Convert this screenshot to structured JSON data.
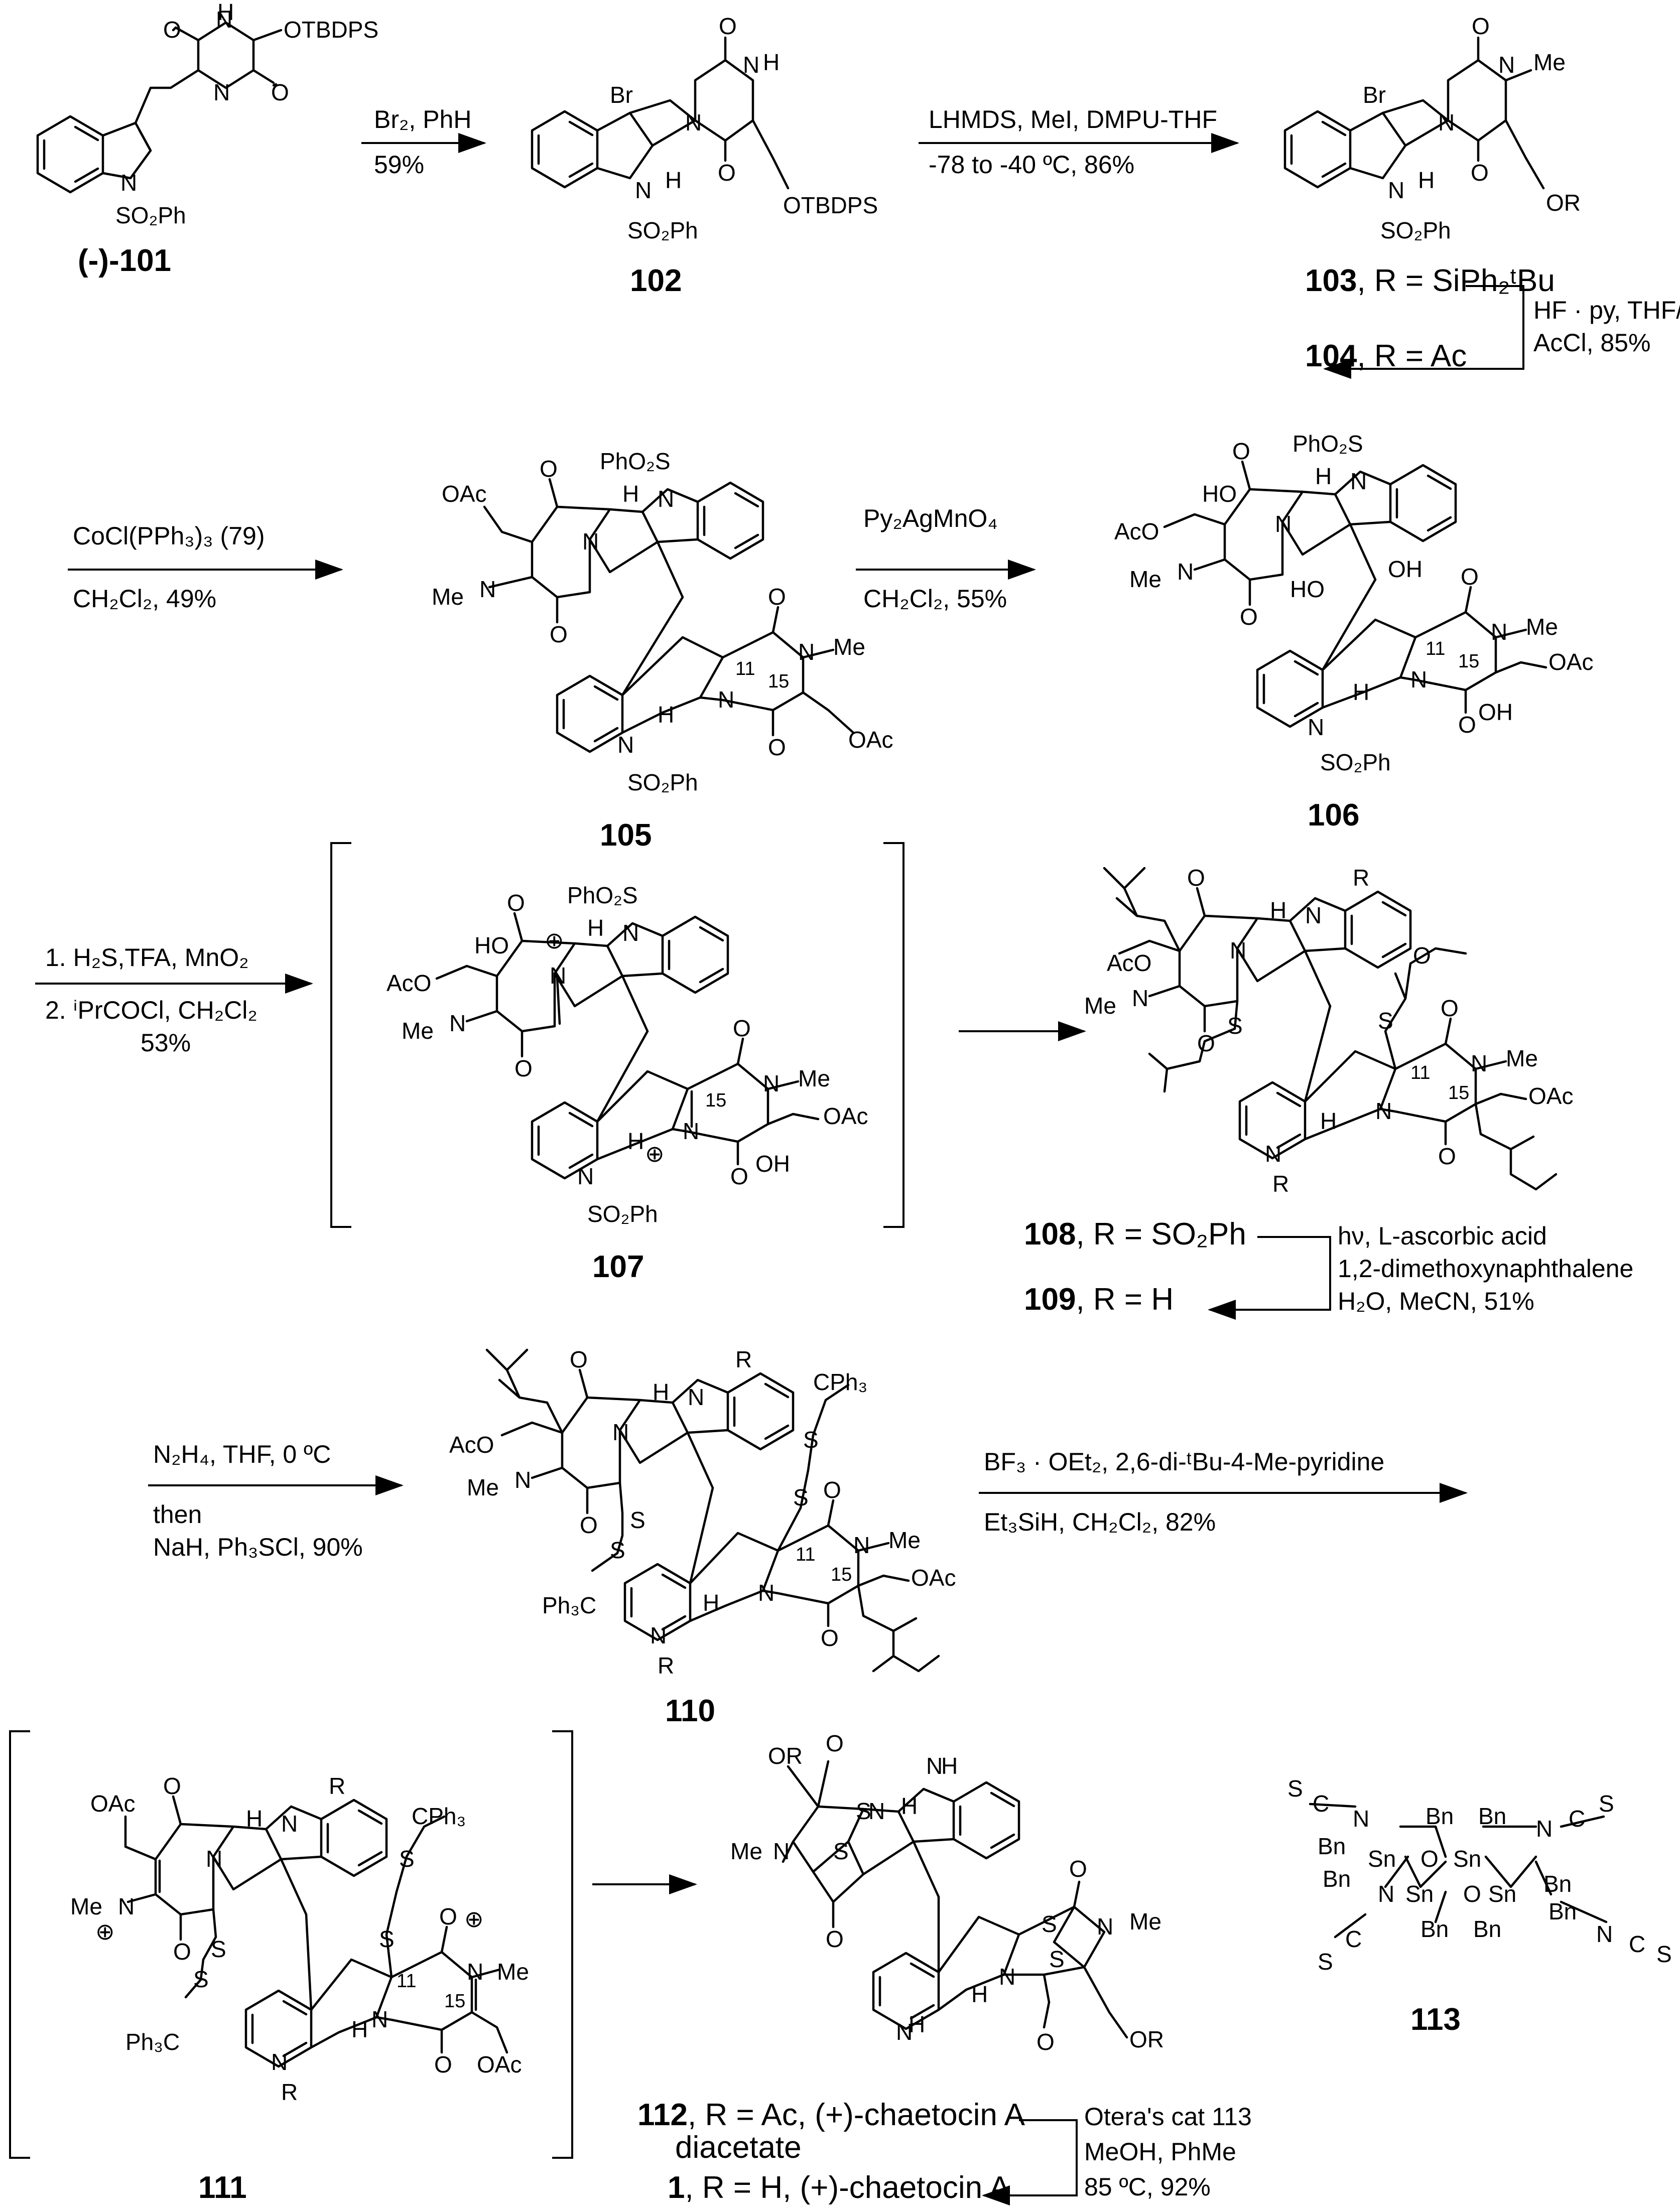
{
  "compounds": {
    "c101": "(-)-101",
    "c102": "102",
    "c103_label": "103",
    "c103_rest": ", R = SiPh₂ᵗBu",
    "c104_label": "104",
    "c104_rest": ", R = Ac",
    "c105": "105",
    "c106": "106",
    "c107": "107",
    "c108_label": "108",
    "c108_rest": ", R = SO₂Ph",
    "c109_label": "109",
    "c109_rest": ", R = H",
    "c110": "110",
    "c111": "111",
    "c112_label": "112",
    "c112_rest": ", R = Ac, (+)-chaetocin A",
    "c112_line2": "diacetate",
    "c1_label": "1",
    "c1_rest": ", R = H, (+)-chaetocin A",
    "c113": "113"
  },
  "conditions": {
    "step1_top": "Br₂, PhH",
    "step1_bottom": "59%",
    "step2_top": "LHMDS, MeI, DMPU-THF",
    "step2_bottom": "-78 to -40 ºC, 86%",
    "step3_l1": "HF · py, THF/py",
    "step3_l2": "AcCl, 85%",
    "step4_top": "CoCl(PPh₃)₃ (79)",
    "step4_bottom": "CH₂Cl₂, 49%",
    "step5_top": "Py₂AgMnO₄",
    "step5_bottom": "CH₂Cl₂, 55%",
    "step6_l1": "1. H₂S,TFA, MnO₂",
    "step6_l2": "2. ⁱPrCOCl, CH₂Cl₂",
    "step6_l3": "53%",
    "step7_l1": "hν, L-ascorbic acid",
    "step7_l2": "1,2-dimethoxynaphthalene",
    "step7_l3": "H₂O, MeCN, 51%",
    "step8_l1": "N₂H₄, THF, 0 ºC",
    "step8_l2": "then",
    "step8_l3": "NaH, Ph₃SCl, 90%",
    "step9_top": "BF₃ · OEt₂, 2,6-di-ᵗBu-4-Me-pyridine",
    "step9_bottom": "Et₃SiH, CH₂Cl₂, 82%",
    "step10_l1": "Otera's cat 113",
    "step10_l2": "MeOH, PhMe",
    "step10_l3": "85 ºC, 92%"
  },
  "atoms": {
    "otbdps": "OTBDPS",
    "so2ph": "SO₂Ph",
    "br": "Br",
    "h": "H",
    "n": "N",
    "o": "O",
    "me": "Me",
    "or": "OR",
    "oac": "OAc",
    "aco": "AcO",
    "ho": "HO",
    "oh": "OH",
    "pho2s": "PhO₂S",
    "s": "S",
    "r": "R",
    "cph3": "CPh₃",
    "ph3c": "Ph₃C",
    "n11": "11",
    "n15": "15",
    "plus": "⊕",
    "sn": "Sn",
    "bn": "Bn",
    "ncs_s": "S",
    "ncs_c": "C"
  }
}
